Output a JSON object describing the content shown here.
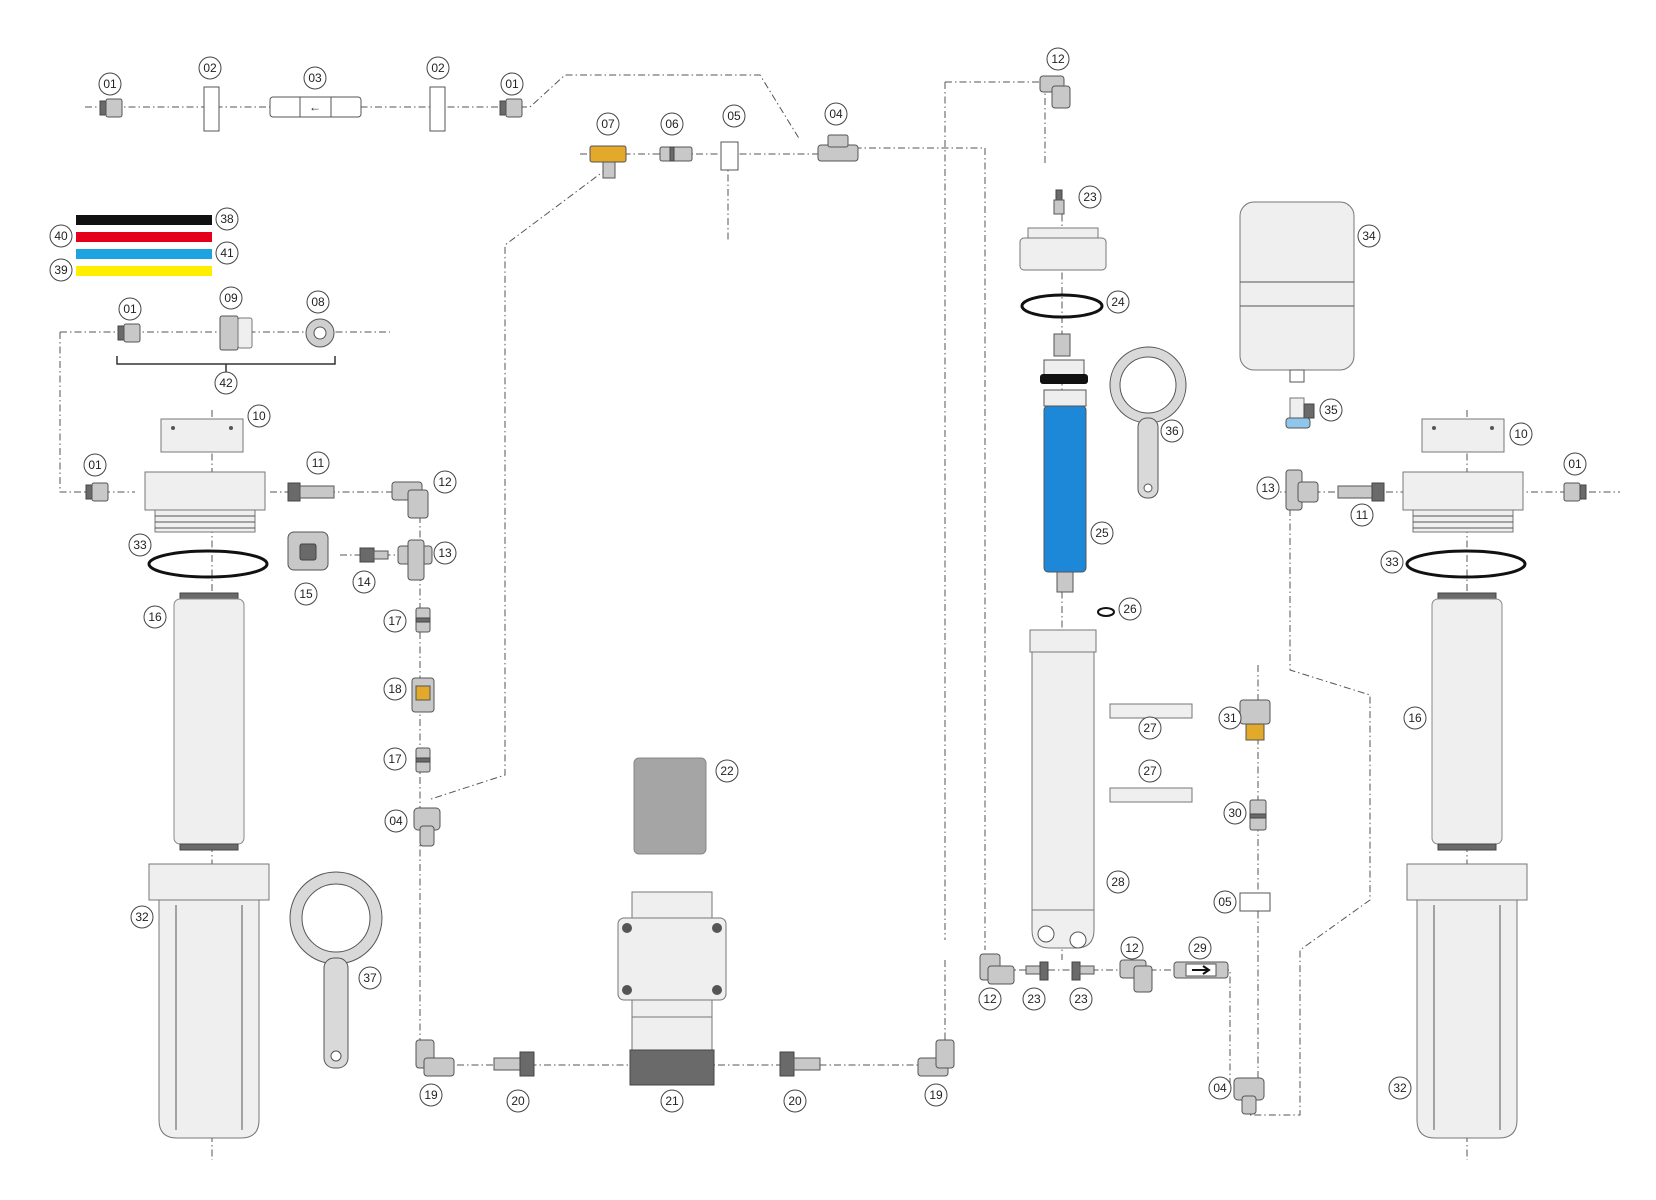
{
  "labels": {
    "p01": "01",
    "p02": "02",
    "p03": "03",
    "p04": "04",
    "p05": "05",
    "p06": "06",
    "p07": "07",
    "p08": "08",
    "p09": "09",
    "p10": "10",
    "p11": "11",
    "p12": "12",
    "p13": "13",
    "p14": "14",
    "p15": "15",
    "p16": "16",
    "p17": "17",
    "p18": "18",
    "p19": "19",
    "p20": "20",
    "p21": "21",
    "p22": "22",
    "p23": "23",
    "p24": "24",
    "p25": "25",
    "p26": "26",
    "p27": "27",
    "p28": "28",
    "p29": "29",
    "p30": "30",
    "p31": "31",
    "p32": "32",
    "p33": "33",
    "p34": "34",
    "p35": "35",
    "p36": "36",
    "p37": "37",
    "p38": "38",
    "p39": "39",
    "p40": "40",
    "p41": "41",
    "p42": "42"
  },
  "colors": {
    "tube_black": "#111111",
    "tube_red": "#e4001b",
    "tube_blue": "#1ea3e1",
    "tube_yellow": "#ffee00",
    "membrane_blue": "#1e88d8",
    "brass": "#e3a92a",
    "wrench_grey": "#d9d9d9"
  }
}
